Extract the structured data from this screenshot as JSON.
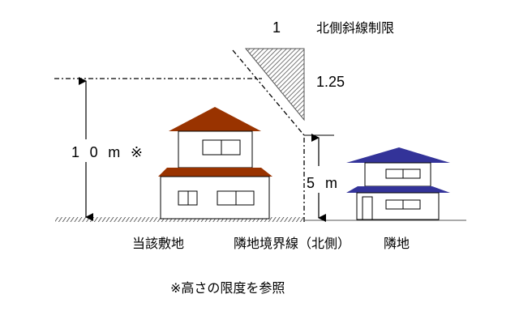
{
  "title": {
    "ratio_rise": "1",
    "name": "北側斜線制限"
  },
  "ratio_run": "1.25",
  "dimensions": {
    "height_limit": "10m※",
    "base_height": "5m"
  },
  "labels": {
    "own_site": "当該敷地",
    "boundary": "隣地境界線（北側）",
    "neighbor": "隣地"
  },
  "note": "※高さの限度を参照",
  "colors": {
    "own_roof": "#993300",
    "neighbor_roof": "#333399",
    "hatch": "#555555"
  }
}
